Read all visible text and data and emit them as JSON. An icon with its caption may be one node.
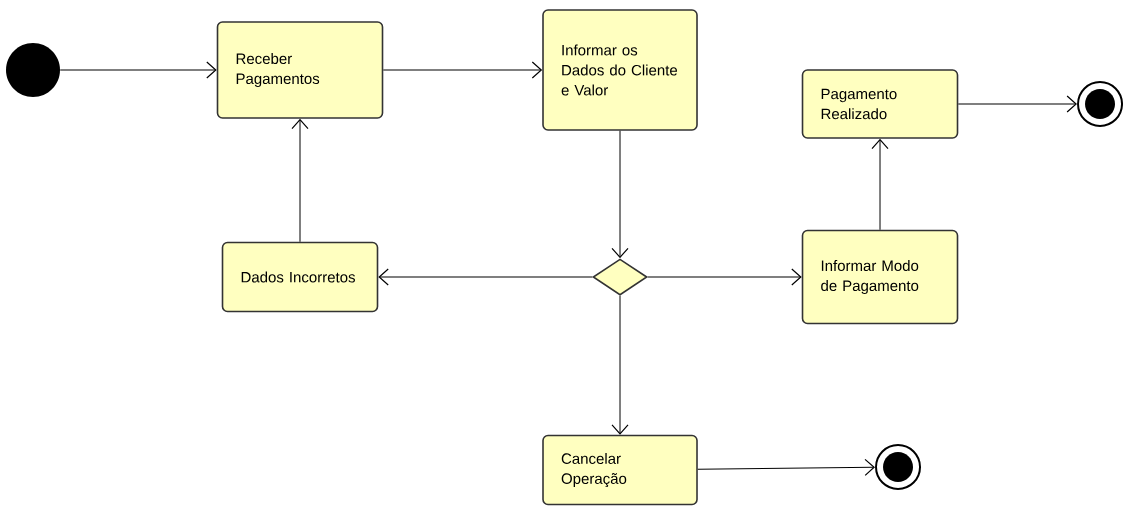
{
  "diagram": {
    "nodes": [
      {
        "text": [],
        "shape": "circle"
      },
      {
        "text": [
          "Receber Pagamentos"
        ]
      },
      {
        "text": [
          "Informar os Dados do Cliente e Valor"
        ]
      },
      {
        "text": [
          "Pagamento Realizado"
        ]
      },
      {
        "text": [],
        "shape": "bullseye"
      },
      {
        "text": [
          "Dados Incorretos"
        ]
      },
      {
        "text": [],
        "shape": "diamond"
      },
      {
        "text": [
          "Informar Modo de Pagamento"
        ]
      },
      {
        "text": [
          "Cancelar Operação"
        ]
      },
      {
        "text": [],
        "shape": "bullseye"
      }
    ],
    "edges": [
      {
        "from": 0,
        "to": 1,
        "arrow": "to"
      },
      {
        "from": 1,
        "to": 2,
        "arrow": "to"
      },
      {
        "from": 2,
        "to": 6,
        "arrow": "to"
      },
      {
        "from": 6,
        "to": 5,
        "arrow": "to"
      },
      {
        "from": 6,
        "to": 7,
        "arrow": "to"
      },
      {
        "from": 6,
        "to": 8,
        "arrow": "to"
      },
      {
        "from": 5,
        "to": 1,
        "arrow": "to"
      },
      {
        "from": 7,
        "to": 3,
        "arrow": "to"
      },
      {
        "from": 3,
        "to": 4,
        "arrow": "to"
      },
      {
        "from": 8,
        "to": 9,
        "arrow": "to"
      }
    ]
  }
}
